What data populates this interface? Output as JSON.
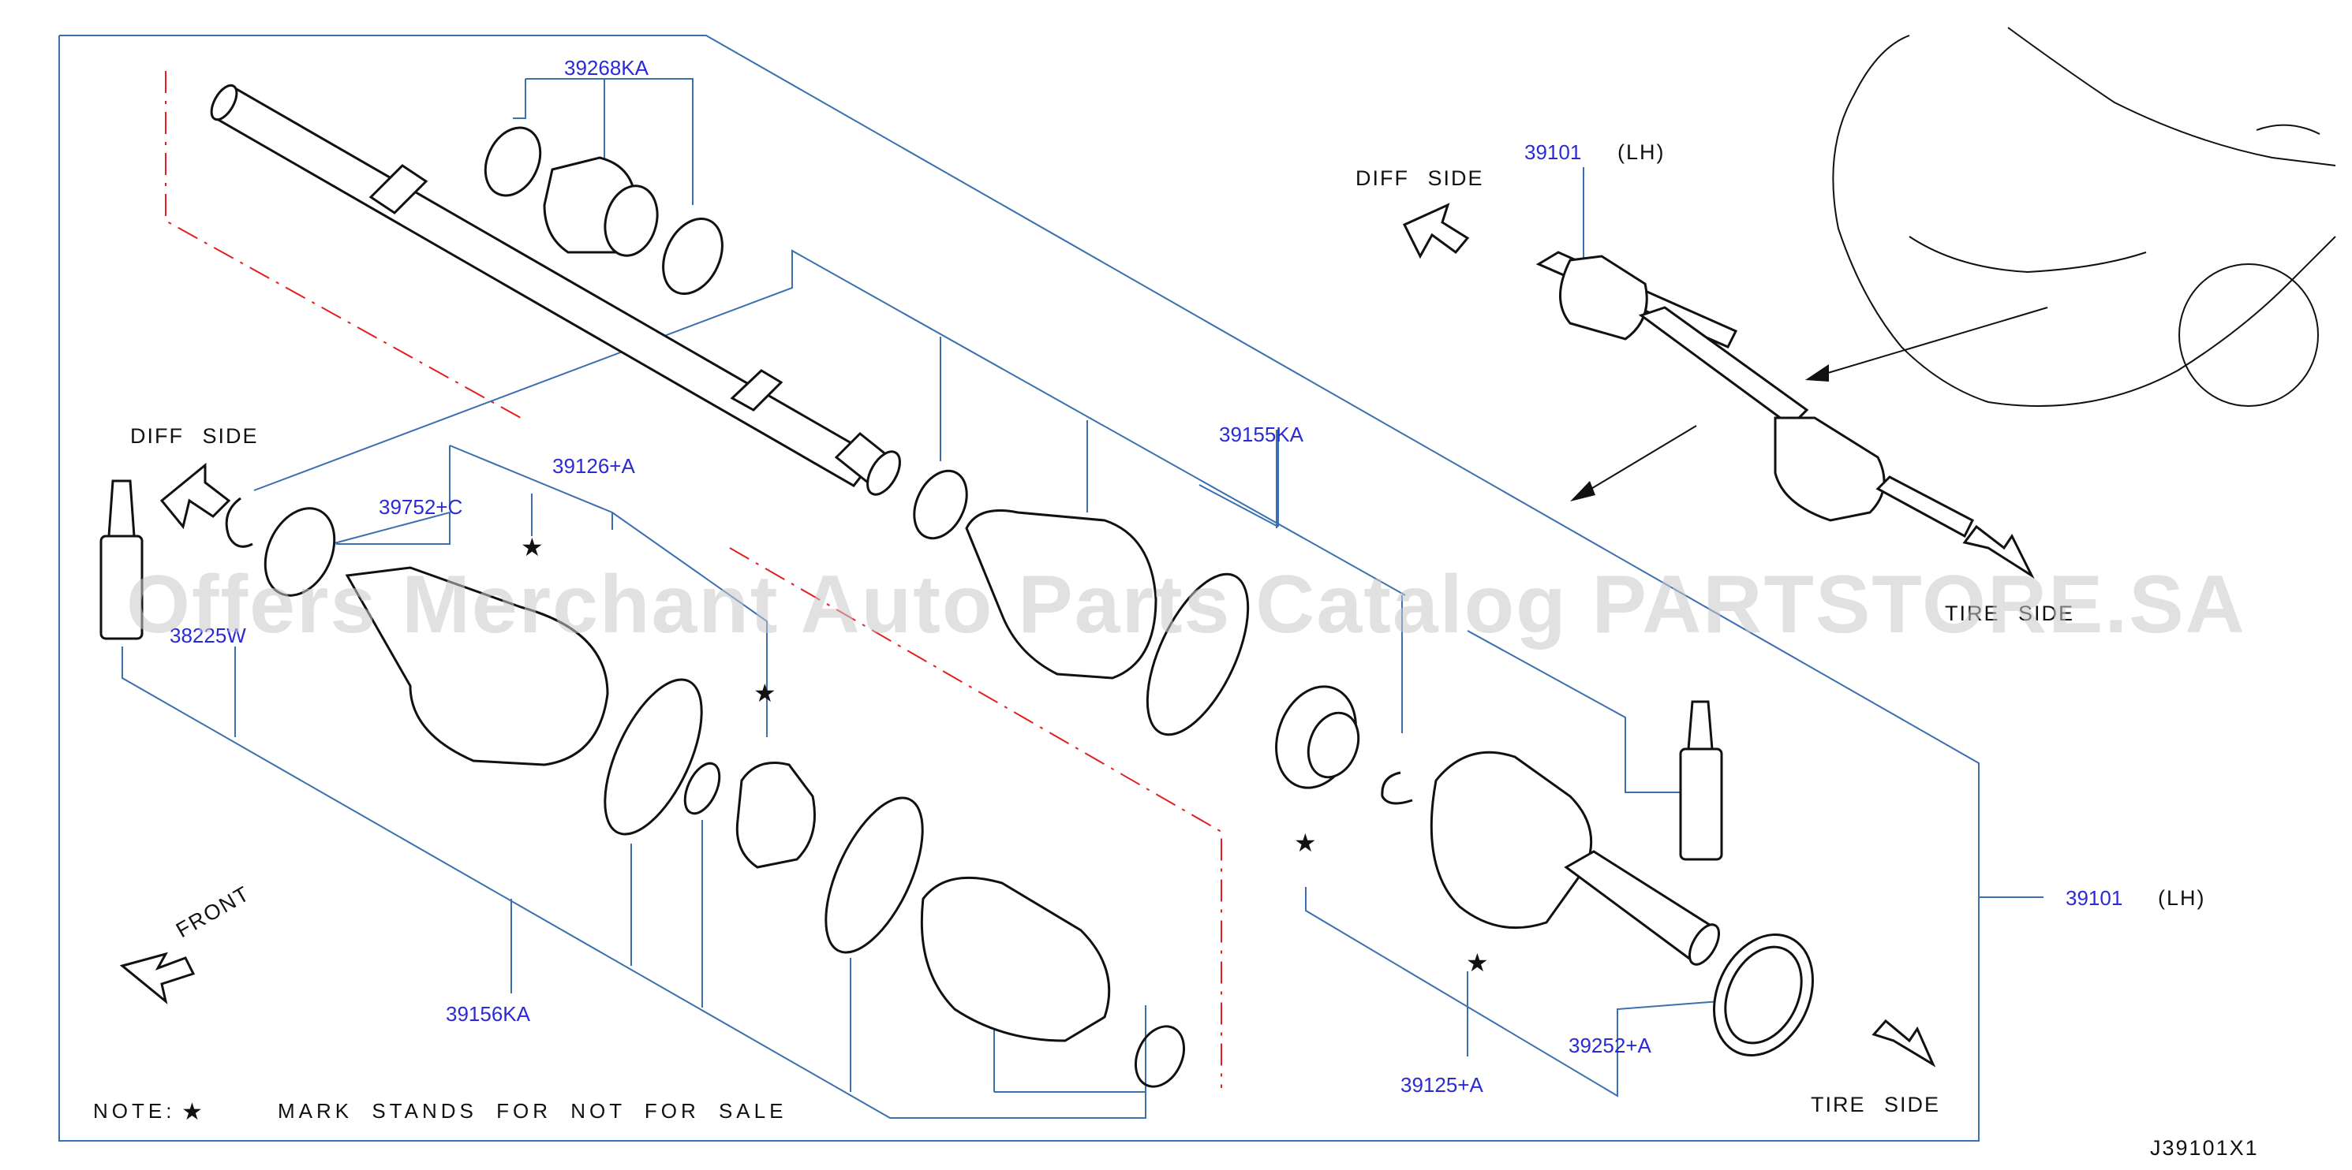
{
  "parts": {
    "p39268KA": "39268KA",
    "p39101_top": "39101",
    "lh_top": "(LH)",
    "p39752C": "39752+C",
    "p39126A": "39126+A",
    "p39155KA": "39155KA",
    "p38225W": "38225W",
    "p39156KA": "39156KA",
    "p39125A": "39125+A",
    "p39252A": "39252+A",
    "p39101_right": "39101",
    "lh_right": "(LH)"
  },
  "labels": {
    "diff_side_left": "DIFF SIDE",
    "diff_side_right": "DIFF SIDE",
    "tire_side_bottom": "TIRE SIDE",
    "tire_side_top": "TIRE SIDE",
    "front": "FRONT"
  },
  "note": {
    "prefix": "NOTE:",
    "star": "★",
    "text": "MARK STANDS FOR NOT FOR SALE"
  },
  "markers": {
    "star": "★"
  },
  "diagram_code": "J39101X1",
  "watermark": "Offers Merchant Auto Parts Catalog PARTSTORE.SA",
  "colors": {
    "part_number": "#2b2bd6",
    "leader": "#3a6fb0",
    "phantom_line": "#e02020",
    "ink": "#111111"
  }
}
